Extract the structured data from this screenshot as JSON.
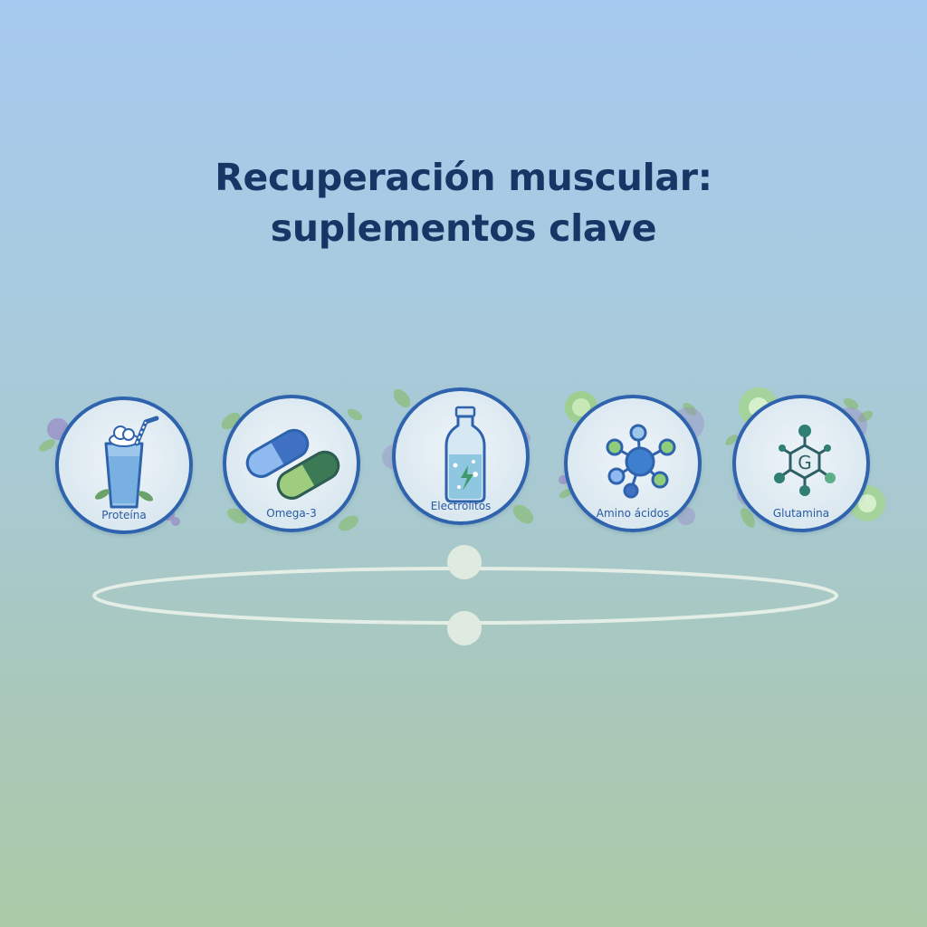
{
  "title": {
    "line1": "Recuperación muscular:",
    "line2": "suplementos clave"
  },
  "supplements": [
    {
      "label": "Proteína",
      "icon": "protein-shake-glass-icon"
    },
    {
      "label": "Omega-3",
      "icon": "capsules-icon"
    },
    {
      "label": "Electrolitos",
      "icon": "water-bottle-icon"
    },
    {
      "label": "Amino ácidos",
      "icon": "molecule-icon"
    },
    {
      "label": "Glutamina",
      "icon": "hexagon-molecule-icon"
    }
  ],
  "colors": {
    "title": "#163766",
    "badge_border": "#2f63ad",
    "label": "#2a5aa3",
    "orbit": "#e4eee6",
    "leaf": "#7fb07a",
    "berry": "#8b7bb8"
  }
}
